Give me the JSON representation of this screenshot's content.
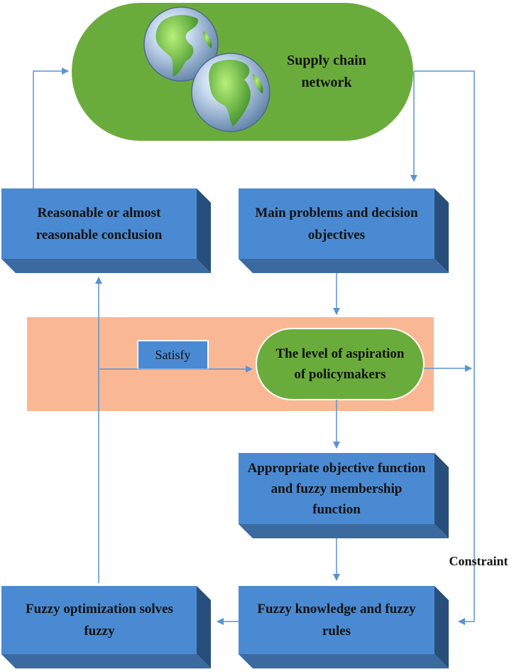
{
  "colors": {
    "box_face": "#4a8ad2",
    "box_side": "#284f7c",
    "box_bottom": "#3a6aa0",
    "green": "#6aac3c",
    "band": "#f9b893",
    "arrow": "#5a93d3"
  },
  "nodes": {
    "supply_chain": "Supply chain network",
    "main_problems": "Main problems and decision objectives",
    "reasonable_conclusion": "Reasonable or almost reasonable conclusion",
    "aspiration": "The level of aspiration of policymakers",
    "appropriate_function": "Appropriate objective function and fuzzy membership function",
    "fuzzy_knowledge": "Fuzzy knowledge and fuzzy rules",
    "fuzzy_optimization": "Fuzzy optimization solves fuzzy"
  },
  "labels": {
    "satisfy": "Satisfy",
    "constraint": "Constraint"
  },
  "icons": [
    "globe-americas-icon",
    "globe-africa-icon"
  ]
}
